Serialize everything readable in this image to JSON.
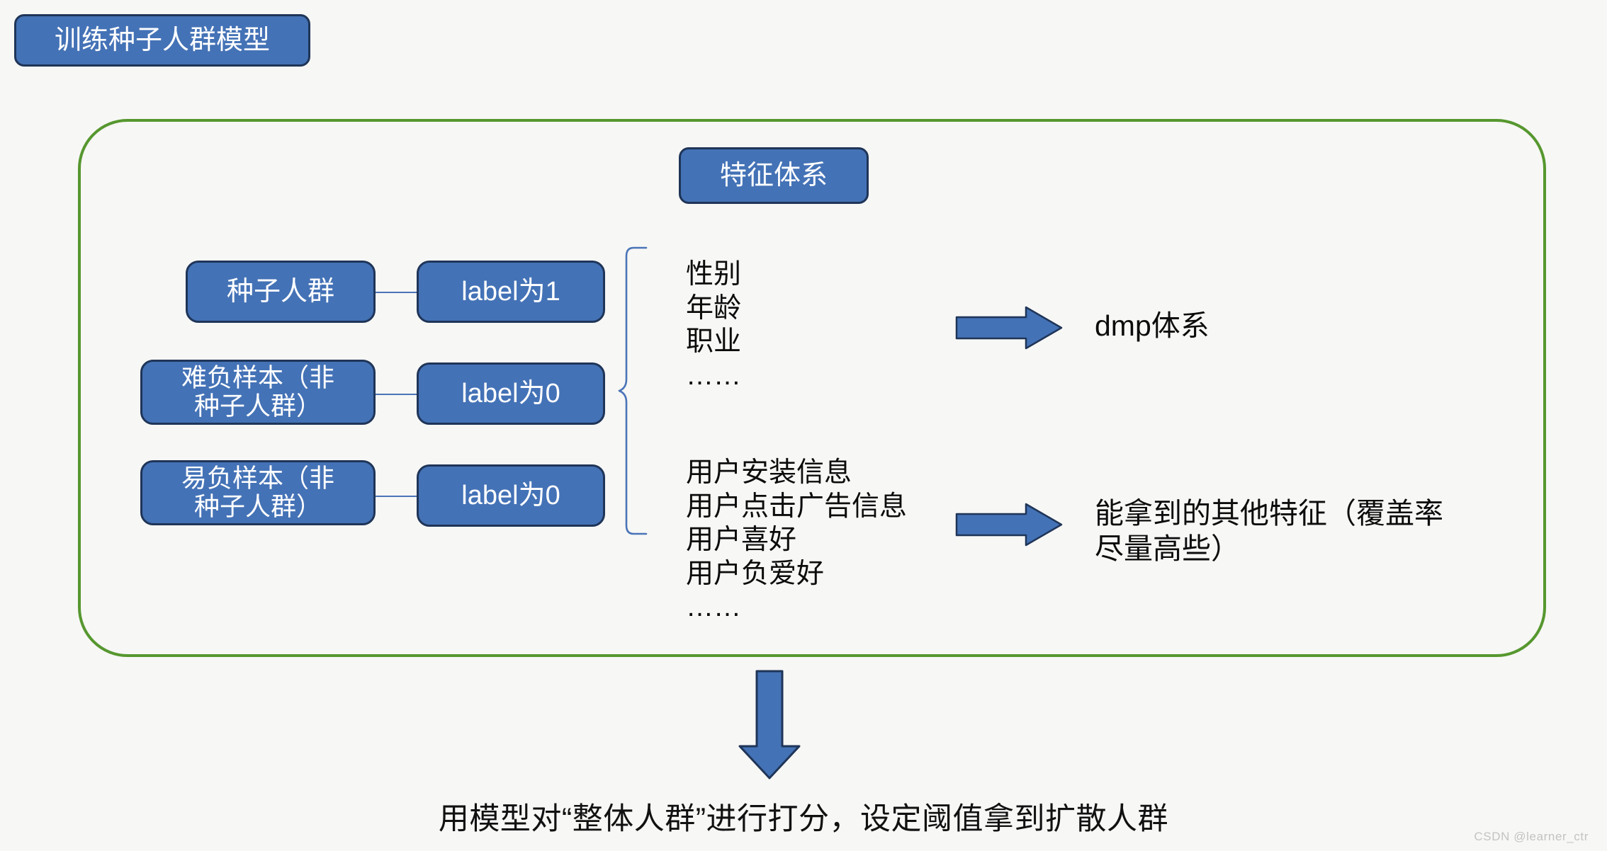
{
  "title": {
    "label": "训练种子人群模型"
  },
  "feature_system": {
    "label": "特征体系"
  },
  "samples": [
    {
      "name": "seed-crowd",
      "label": "种子人群",
      "label_value": "label为1"
    },
    {
      "name": "hard-negative",
      "label": "难负样本（非\n种子人群）",
      "label_value": "label为0"
    },
    {
      "name": "easy-negative",
      "label": "易负样本（非\n种子人群）",
      "label_value": "label为0"
    }
  ],
  "feature_groups": [
    {
      "name": "demographic-features",
      "items": "性别\n年龄\n职业\n……",
      "target_arrow": "right-arrow-icon",
      "target_label": "dmp体系"
    },
    {
      "name": "behavior-features",
      "items": "用户安装信息\n用户点击广告信息\n用户喜好\n用户负爱好\n……",
      "target_arrow": "right-arrow-icon",
      "target_label": "能拿到的其他特征（覆盖率\n尽量高些）"
    }
  ],
  "bottom": {
    "arrow": "down-arrow-icon",
    "caption": "用模型对“整体人群”进行打分，设定阈值拿到扩散人群"
  },
  "watermark": {
    "text": "CSDN @learner_ctr"
  },
  "colors": {
    "node_fill": "#4472b6",
    "node_border": "#1f3558",
    "container_border": "#56972f",
    "connector": "#4a74b8",
    "background": "#f7f7f5",
    "text": "#0c0c0c",
    "watermark": "#c3c3c3"
  }
}
